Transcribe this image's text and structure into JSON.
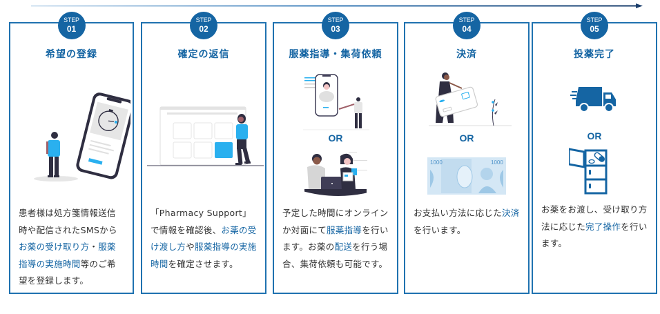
{
  "colors": {
    "accent": "#1565a3",
    "border": "#1f72b0",
    "light_blue": "#2ab0ef",
    "dark": "#2f2e41"
  },
  "timeline": {
    "direction": "left-to-right"
  },
  "steps": [
    {
      "badge_label": "STEP",
      "badge_number": "01",
      "title": "希望の登録",
      "illustration": "person-with-smartphone-stopwatch",
      "description": [
        {
          "t": "患者様は処方箋情報送信時や配信されたSMSから",
          "hl": false
        },
        {
          "t": "お薬の受け取り方",
          "hl": true
        },
        {
          "t": "・",
          "hl": false
        },
        {
          "t": "服薬指導の実施時間",
          "hl": true
        },
        {
          "t": "等のご希望を登録します。",
          "hl": false
        }
      ]
    },
    {
      "badge_label": "STEP",
      "badge_number": "02",
      "title": "確定の返信",
      "illustration": "woman-with-calendar-grid",
      "description": [
        {
          "t": "「Pharmacy Support」で情報を確認後、",
          "hl": false
        },
        {
          "t": "お薬の受け渡し方",
          "hl": true
        },
        {
          "t": "や",
          "hl": false
        },
        {
          "t": "服薬指導の実施時間",
          "hl": true
        },
        {
          "t": "を確定させます。",
          "hl": false
        }
      ]
    },
    {
      "badge_label": "STEP",
      "badge_number": "03",
      "title": "服薬指導・集荷依頼",
      "illustration_top": "online-video-consultation",
      "or_label": "OR",
      "illustration_bottom": "face-to-face-consultation",
      "description": [
        {
          "t": "予定した時間にオンラインか対面にて",
          "hl": false
        },
        {
          "t": "服薬指導",
          "hl": true
        },
        {
          "t": "を行います。お薬の",
          "hl": false
        },
        {
          "t": "配送",
          "hl": true
        },
        {
          "t": "を行う場合、集荷依頼も可能です。",
          "hl": false
        }
      ]
    },
    {
      "badge_label": "STEP",
      "badge_number": "04",
      "title": "決済",
      "illustration_top": "woman-holding-credit-card",
      "or_label": "OR",
      "illustration_bottom": "yen-1000-banknote",
      "banknote_value": "1000",
      "description": [
        {
          "t": "お支払い方法に応じた",
          "hl": false
        },
        {
          "t": "決済",
          "hl": true
        },
        {
          "t": "を行います。",
          "hl": false
        }
      ]
    },
    {
      "badge_label": "STEP",
      "badge_number": "05",
      "title": "投薬完了",
      "illustration_top": "delivery-truck-icon",
      "or_label": "OR",
      "illustration_bottom": "medicine-locker-icon",
      "description": [
        {
          "t": "お薬をお渡し、受け取り方法に応じた",
          "hl": false
        },
        {
          "t": "完了操作",
          "hl": true
        },
        {
          "t": "を行います。",
          "hl": false
        }
      ]
    }
  ]
}
